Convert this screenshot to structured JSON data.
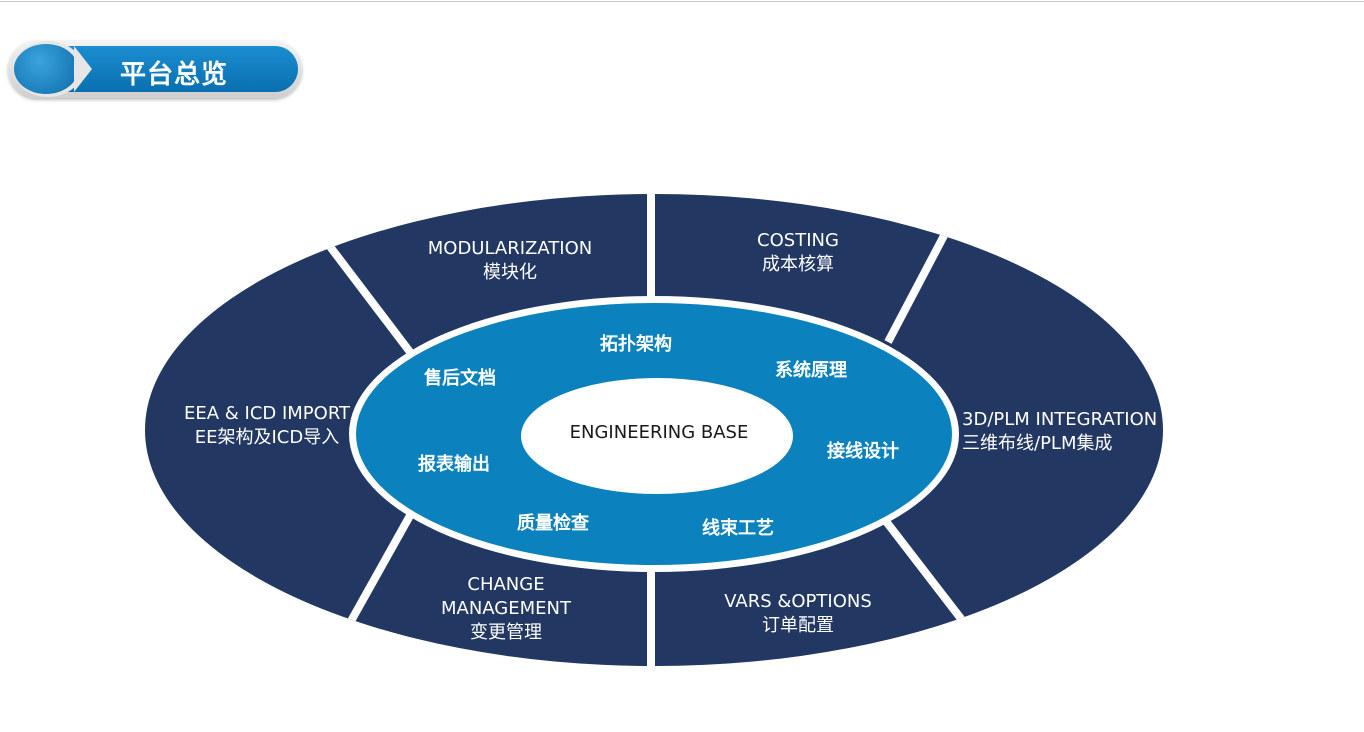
{
  "header": {
    "title": "平台总览"
  },
  "core": {
    "label": "ENGINEERING BASE"
  },
  "inner_ring": [
    "拓扑架构",
    "系统原理",
    "接线设计",
    "线束工艺",
    "质量检查",
    "报表输出",
    "售后文档"
  ],
  "outer_segments": {
    "modularization": {
      "en": "MODULARIZATION",
      "zh": "模块化"
    },
    "costing": {
      "en": "COSTING",
      "zh": "成本核算"
    },
    "plm": {
      "en": "3D/PLM INTEGRATION",
      "zh": "三维布线/PLM集成"
    },
    "vars": {
      "en": "VARS &OPTIONS",
      "zh": "订单配置"
    },
    "change": {
      "en1": "CHANGE",
      "en2": "MANAGEMENT",
      "zh": "变更管理"
    },
    "eea": {
      "en": "EEA & ICD IMPORT",
      "zh": "EE架构及ICD导入"
    }
  },
  "colors": {
    "outer": "#223862",
    "ring": "#0b82bd",
    "core": "#ffffff",
    "title_bar": "#0a78bf"
  }
}
